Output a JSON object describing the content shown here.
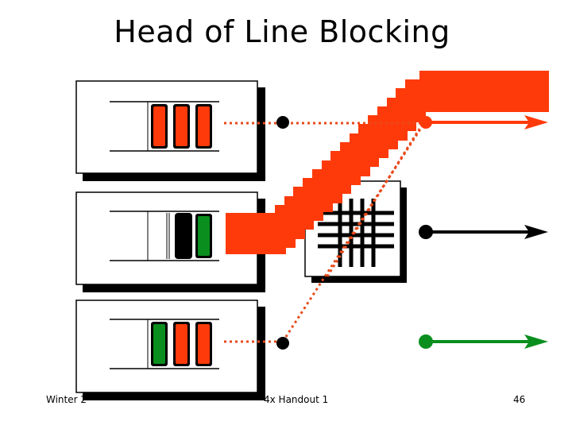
{
  "slide": {
    "title": "Head of Line Blocking",
    "footer_left": "Winter 2",
    "footer_center": "4x Handout 1",
    "page_number": "46"
  },
  "colors": {
    "red": "#ff3a0a",
    "green": "#0a8f1e",
    "black": "#000000",
    "dotted_line": "#e84a1a",
    "shadow": "#000000",
    "box": "#ffffff"
  },
  "inputs": [
    {
      "name": "input-queue-1",
      "cells": [
        "red",
        "red",
        "red"
      ],
      "output_port": 1
    },
    {
      "name": "input-queue-2",
      "cells": [
        "empty",
        "black",
        "green"
      ],
      "output_port": 1,
      "blocked": true
    },
    {
      "name": "input-queue-3",
      "cells": [
        "green",
        "red",
        "red"
      ],
      "output_port": 1
    }
  ],
  "outputs": [
    {
      "name": "output-port-1",
      "color": "red"
    },
    {
      "name": "output-port-2",
      "color": "black"
    },
    {
      "name": "output-port-3",
      "color": "green"
    }
  ]
}
